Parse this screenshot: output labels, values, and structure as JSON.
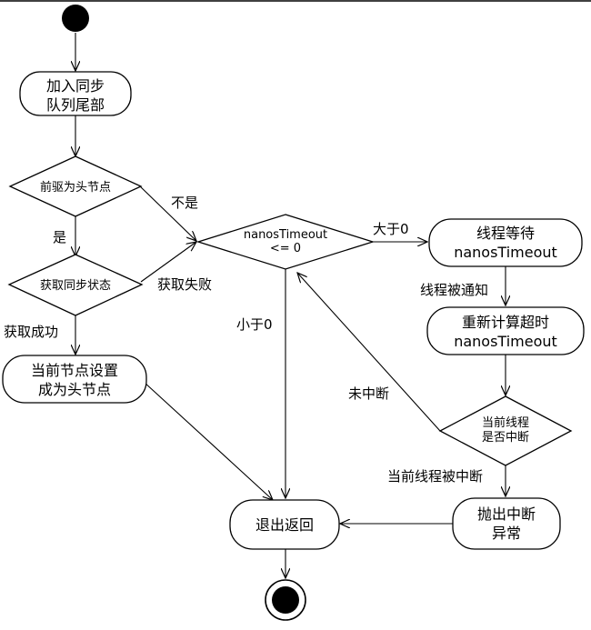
{
  "nodes": {
    "enqueue": {
      "line1": "加入同步",
      "line2": "队列尾部"
    },
    "pred_is_head": {
      "text": "前驱为头节点"
    },
    "acquire_state": {
      "text": "获取同步状态"
    },
    "set_head": {
      "line1": "当前节点设置",
      "line2": "成为头节点"
    },
    "nanos_check": {
      "line1": "nanosTimeout",
      "line2": "<= 0"
    },
    "thread_wait": {
      "line1": "线程等待",
      "line2": "nanosTimeout"
    },
    "recalc": {
      "line1": "重新计算超时",
      "line2": "nanosTimeout"
    },
    "interrupted_check": {
      "line1": "当前线程",
      "line2": "是否中断"
    },
    "throw_interrupt": {
      "line1": "抛出中断",
      "line2": "异常"
    },
    "exit_return": {
      "text": "退出返回"
    }
  },
  "edge_labels": {
    "not_head": "不是",
    "is_head": "是",
    "acquire_fail": "获取失败",
    "acquire_success": "获取成功",
    "greater_than_zero": "大于0",
    "less_than_zero": "小于0",
    "thread_notified": "线程被通知",
    "not_interrupted": "未中断",
    "thread_interrupted": "当前线程被中断"
  }
}
